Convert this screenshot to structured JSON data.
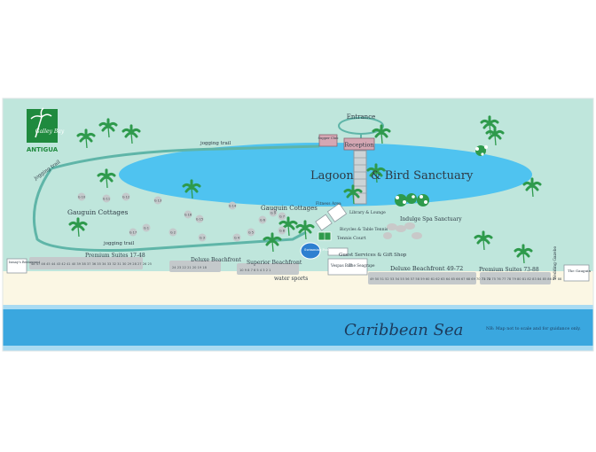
{
  "logo": {
    "text": "Galley Bay",
    "subtitle": "ANTIGUA"
  },
  "labels": {
    "entrance": "Entrance",
    "jogging_trail_top": "jogging trail",
    "jogging_trail_left": "jogging trail",
    "jogging_trail_bottom": "jogging trail",
    "lagoon": "Lagoon",
    "bird_sanctuary": "& Bird Sanctuary",
    "reception": "Reception",
    "supper_club": "Supper Club",
    "gauguin_cottages_left": "Gauguin Cottages",
    "gauguin_cottages_right": "Gauguin Cottages",
    "fitness_area": "Fitness Area",
    "library_lounge": "Library & Lounge",
    "bicycles_table_tennis": "Bicycles & Table Tennis",
    "tennis_court": "Tennis Court",
    "indulge_spa": "Indulge Spa Sanctuary",
    "premium_suites_left": "Premium Suites 17-48",
    "deluxe_beachfront_left": "Deluxe Beachfront",
    "superior_beachfront": "Superior Beachfront",
    "swimming_pool": "Swimming Pool",
    "guest_services": "Guest Services & Gift Shop",
    "vespas_bar": "Vespas Bar",
    "the_seagrape": "The Seagrape",
    "deluxe_beachfront_right": "Deluxe Beachfront 49-72",
    "premium_suites_right": "Premium Suites 73-88",
    "wedding_gazebo": "Wedding Gazebo",
    "the_gauguin": "The Gauguin",
    "sea_restaurant": "Ismay's Restaurant",
    "water_sports": "water sports",
    "caribbean_sea": "Caribbean Sea",
    "disclaimer": "NB: Map not to scale and for guidance only."
  },
  "cottage_numbers": [
    "10",
    "11",
    "12",
    "13",
    "14",
    "15",
    "16",
    "17",
    "1",
    "2",
    "3",
    "4",
    "5",
    "6",
    "7",
    "8",
    "9"
  ],
  "row_numbers": {
    "premium_left": "48 47 46 45 44 43 42 41 40 39 38 37 36 35 34 33 32 31 30 29 28 27 26 25",
    "deluxe_left": "24 23 22 21 20 19 18",
    "superior": "10 9 8 7 6 5 4 3 2 1",
    "deluxe_right": "49 50 51 52 53 54 55 56 57 58 59 60 61 62 63 64 65 66 67 68 69 70 71 72",
    "premium_right": "73 74 75 76 77 78 79 80 81 82 83 84 85 86 87 88"
  },
  "colors": {
    "land": "#bfe6dc",
    "lagoon": "#4fc3f0",
    "trail": "#5fb5a8",
    "sea_dark": "#3aa7df",
    "sea_light": "#a9dbf2",
    "sand": "#fbf7e4",
    "palm": "#2e9a4c",
    "logo": "#1f8a3e"
  }
}
